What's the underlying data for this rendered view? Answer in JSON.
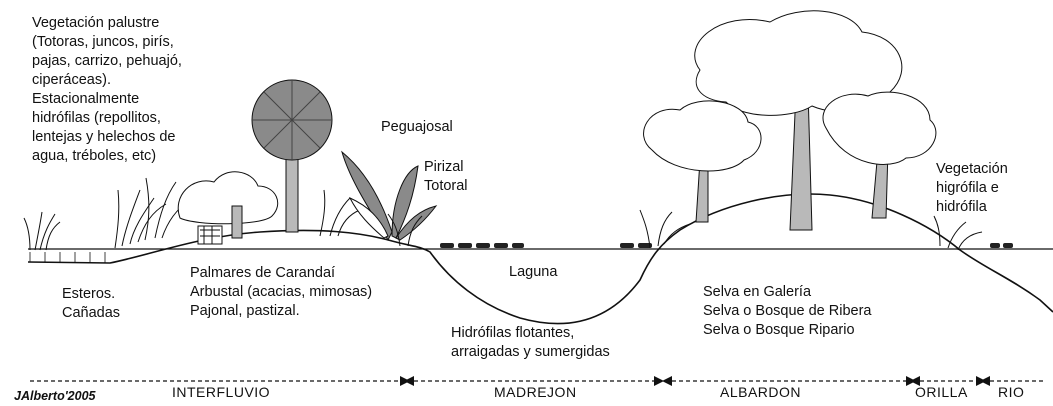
{
  "labels": {
    "palustre": "Vegetación palustre\n(Totoras, juncos, pirís,\npajas, carrizo, pehuajó,\nciperáceas).\nEstacionalmente\nhidrófilas (repollitos,\nlentejas y helechos de\nagua, tréboles, etc)",
    "peguajosal": "Peguajosal",
    "pirizal": "Pirizal\nTotoral",
    "higrofila": "Vegetación\nhigrófila e\nhidrófila",
    "esteros": "Esteros.\nCañadas",
    "palmares": "Palmares de Carandaí\nArbustal (acacias, mimosas)\nPajonal, pastizal.",
    "laguna": "Laguna",
    "hidrofilas": "Hidrófilas flotantes,\narraigadas y sumergidas",
    "selva": "Selva en Galería\nSelva o Bosque de Ribera\nSelva o Bosque Ripario"
  },
  "zones": {
    "interfluvio": "INTERFLUVIO",
    "madrejon": "MADREJON",
    "albardon": "ALBARDON",
    "orilla": "ORILLA",
    "rio": "RIO"
  },
  "signature": "JAlberto'2005",
  "colors": {
    "ink": "#111111",
    "foliage_dark": "#8a8a8a",
    "foliage_light": "#ffffff",
    "trunk": "#b9b9b9",
    "water": "#ffffff"
  }
}
